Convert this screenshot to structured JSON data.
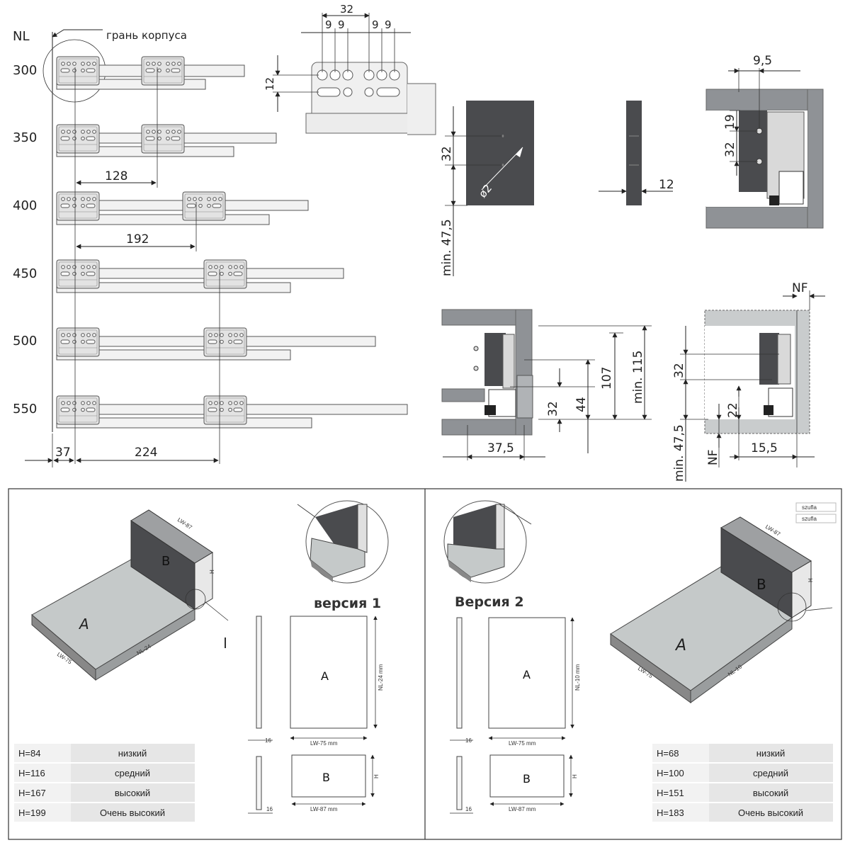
{
  "top_left": {
    "nl_header": "NL",
    "edge_label": "грань корпуса",
    "rows": [
      "300",
      "350",
      "400",
      "450",
      "500",
      "550"
    ],
    "dims": {
      "d128": "128",
      "d192": "192",
      "d37": "37",
      "d224": "224"
    }
  },
  "hole_detail": {
    "d32": "32",
    "d9": [
      "9",
      "9",
      "9",
      "9"
    ],
    "d12": "12"
  },
  "front_panel": {
    "d32": "32",
    "d2": "ø2",
    "d475": "min. 47,5",
    "d12": "12"
  },
  "cabinet_top": {
    "d95": "9,5",
    "d19": "19",
    "d32": "32"
  },
  "cabinet_bottom_left": {
    "d32": "32",
    "d44": "44",
    "d107": "107",
    "d115": "min. 115",
    "d375": "37,5"
  },
  "cabinet_bottom_right": {
    "nf_top": "NF",
    "d32": "32",
    "d22": "22",
    "d475": "min. 47,5",
    "nf_bottom": "NF",
    "d155": "15,5"
  },
  "panels_left": {
    "label_a": "A",
    "label_b": "B",
    "dim_lw87": "LW-87",
    "dim_h": "H",
    "dim_lw75": "LW-75",
    "dim_nl24": "NL-24",
    "version": "версия 1",
    "flat_a_w": "LW-75 mm",
    "flat_a_h": "NL-24 mm",
    "flat_b_w": "LW-87 mm",
    "flat_b_h": "H",
    "thick": "16",
    "thick2": "16",
    "table": [
      {
        "h": "H=84",
        "name": "низкий"
      },
      {
        "h": "H=116",
        "name": "средний"
      },
      {
        "h": "H=167",
        "name": "высокий"
      },
      {
        "h": "H=199",
        "name": "Очень высокий"
      }
    ]
  },
  "panels_right": {
    "label_a": "A",
    "label_b": "B",
    "dim_lw87": "LW-87",
    "dim_h": "H",
    "dim_lw75": "LW-75",
    "dim_nl10": "NL-10",
    "version": "Версия 2",
    "flat_a_w": "LW-75 mm",
    "flat_a_h": "NL-10 mm",
    "flat_b_w": "LW-87 mm",
    "flat_b_h": "H",
    "thick": "16",
    "thick2": "16",
    "tag1": "szufla",
    "tag2": "szufla",
    "table": [
      {
        "h": "H=68",
        "name": "низкий"
      },
      {
        "h": "H=100",
        "name": "средний"
      },
      {
        "h": "H=151",
        "name": "высокий"
      },
      {
        "h": "H=183",
        "name": "Очень высокий"
      }
    ]
  },
  "colors": {
    "dark_panel": "#4a4b4e",
    "cabinet_gray": "#8f9296",
    "light_gray": "#c9cccd",
    "bracket_gray": "#d9d9d9"
  }
}
